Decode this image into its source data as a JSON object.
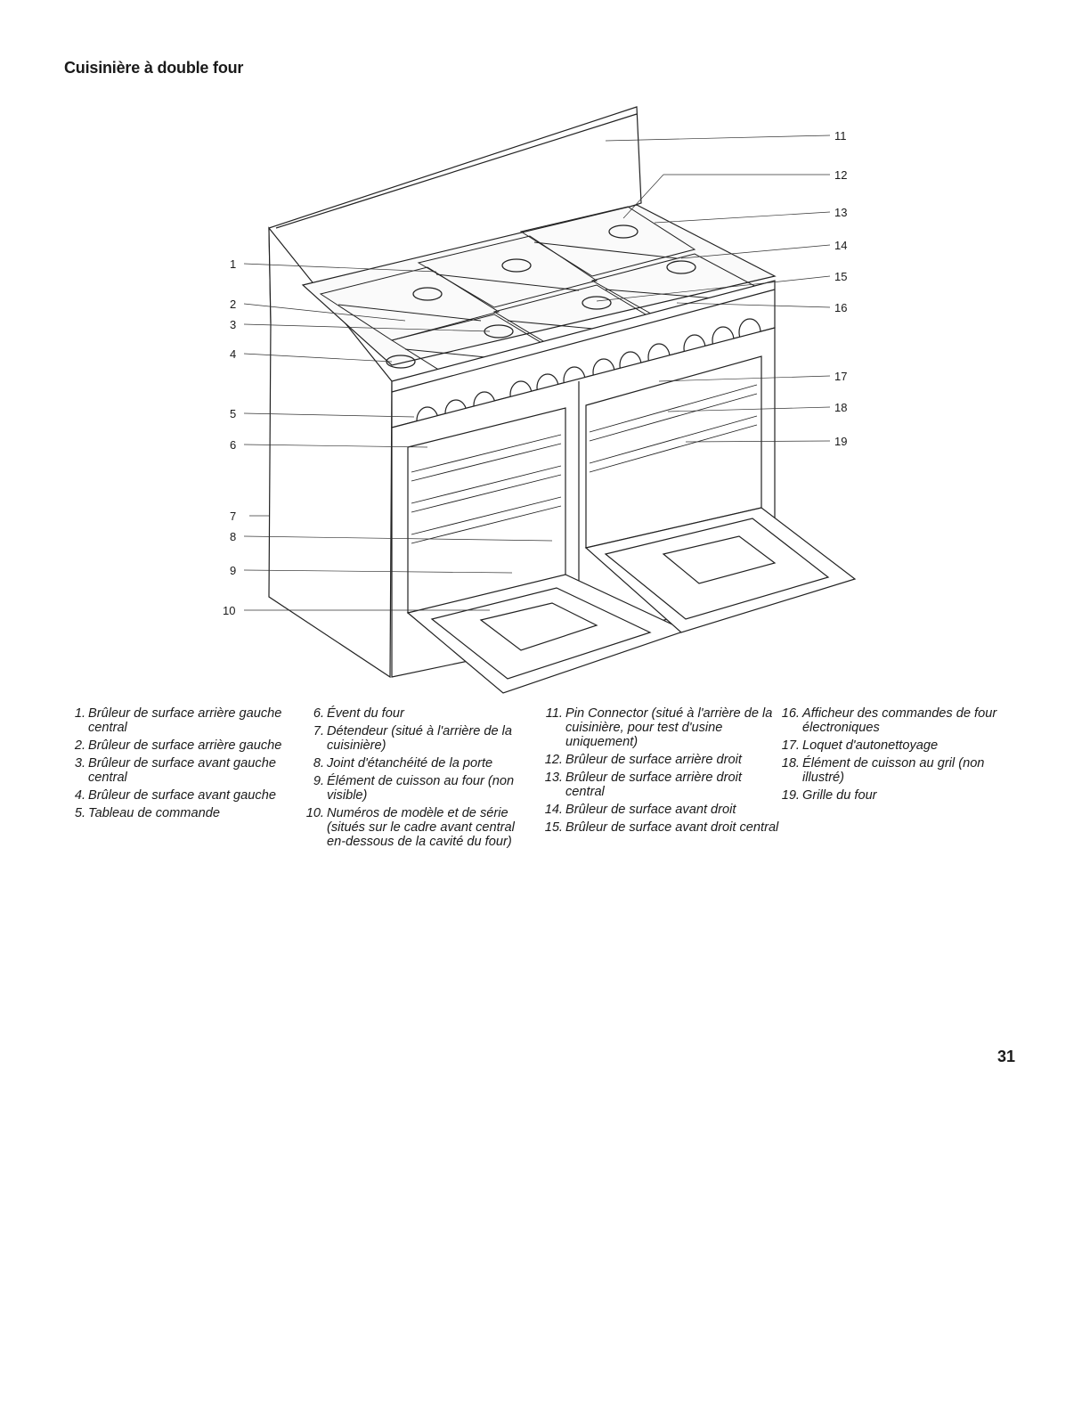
{
  "title": "Cuisinière à double four",
  "callouts": [
    "1",
    "2",
    "3",
    "4",
    "5",
    "6",
    "7",
    "8",
    "9",
    "10",
    "11",
    "12",
    "13",
    "14",
    "15",
    "16",
    "17",
    "18",
    "19"
  ],
  "legend": {
    "col1": [
      {
        "num": "1.",
        "text": "Brûleur de surface arrière gauche central"
      },
      {
        "num": "2.",
        "text": "Brûleur de surface arrière gauche"
      },
      {
        "num": "3.",
        "text": "Brûleur de surface avant gauche central"
      },
      {
        "num": "4.",
        "text": "Brûleur de surface avant gauche"
      },
      {
        "num": "5.",
        "text": "Tableau de commande"
      }
    ],
    "col2": [
      {
        "num": "6.",
        "text": "Évent du four"
      },
      {
        "num": "7.",
        "text": "Détendeur (situé à l'arrière de la cuisinière)"
      },
      {
        "num": "8.",
        "text": "Joint d'étanchéité de la porte"
      },
      {
        "num": "9.",
        "text": "Élément de cuisson au four (non visible)"
      },
      {
        "num": "10.",
        "text": "Numéros de modèle et de série (situés sur le cadre avant central en-dessous de la cavité du four)"
      }
    ],
    "col3": [
      {
        "num": "11.",
        "text": "Pin Connector (situé à l'arrière de la cuisinière, pour test d'usine uniquement)"
      },
      {
        "num": "12.",
        "text": "Brûleur de surface arrière droit"
      },
      {
        "num": "13.",
        "text": "Brûleur de surface arrière droit central"
      },
      {
        "num": "14.",
        "text": "Brûleur de surface avant droit"
      },
      {
        "num": "15.",
        "text": "Brûleur de surface avant droit central"
      }
    ],
    "col4": [
      {
        "num": "16.",
        "text": "Afficheur des commandes de four électroniques"
      },
      {
        "num": "17.",
        "text": "Loquet d'autonettoyage"
      },
      {
        "num": "18.",
        "text": "Élément de cuisson au gril (non illustré)"
      },
      {
        "num": "19.",
        "text": "Grille du four"
      }
    ]
  },
  "page_number": "31"
}
